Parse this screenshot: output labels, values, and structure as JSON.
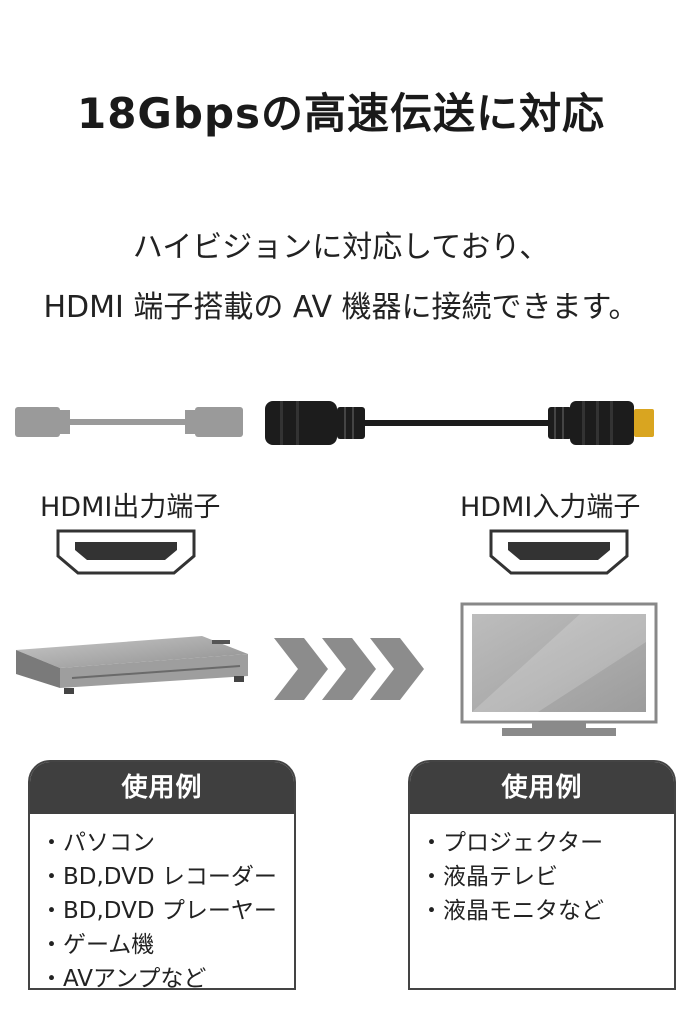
{
  "title": "18Gbpsの高速伝送に対応",
  "description": {
    "line1": "ハイビジョンに対応しており、",
    "line2": "HDMI 端子搭載の AV 機器に接続できます。"
  },
  "ports": {
    "output_label": "HDMI出力端子",
    "input_label": "HDMI入力端子"
  },
  "examples_left": {
    "heading": "使用例",
    "items": [
      "パソコン",
      "BD,DVD レコーダー",
      "BD,DVD プレーヤー",
      "ゲーム機",
      "AVアンプなど"
    ]
  },
  "examples_right": {
    "heading": "使用例",
    "items": [
      "プロジェクター",
      "液晶テレビ",
      "液晶モニタなど"
    ]
  },
  "colors": {
    "cable_gray": "#9a9a9a",
    "cable_black": "#1c1c1c",
    "connector_gold": "#d9a520",
    "arrow_gray": "#8c8c8c",
    "card_header": "#3f3f3f"
  }
}
